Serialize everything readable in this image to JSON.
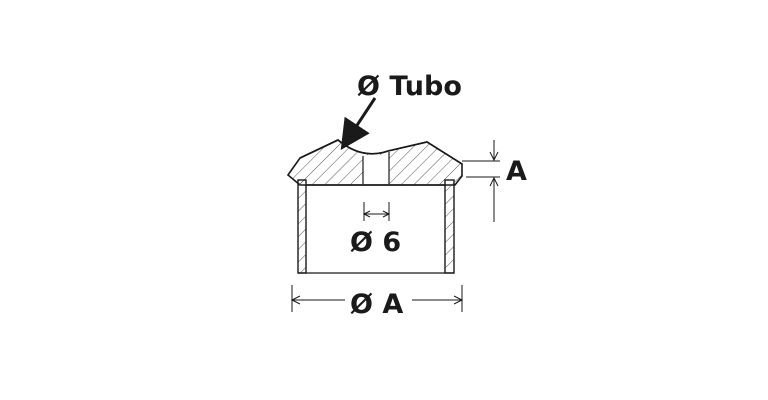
{
  "diagram": {
    "labels": {
      "tube": "Ø Tubo",
      "height": "A",
      "hole": "Ø 6",
      "width": "Ø A"
    },
    "colors": {
      "line": "#1a1a1a",
      "background": "#ffffff"
    }
  }
}
